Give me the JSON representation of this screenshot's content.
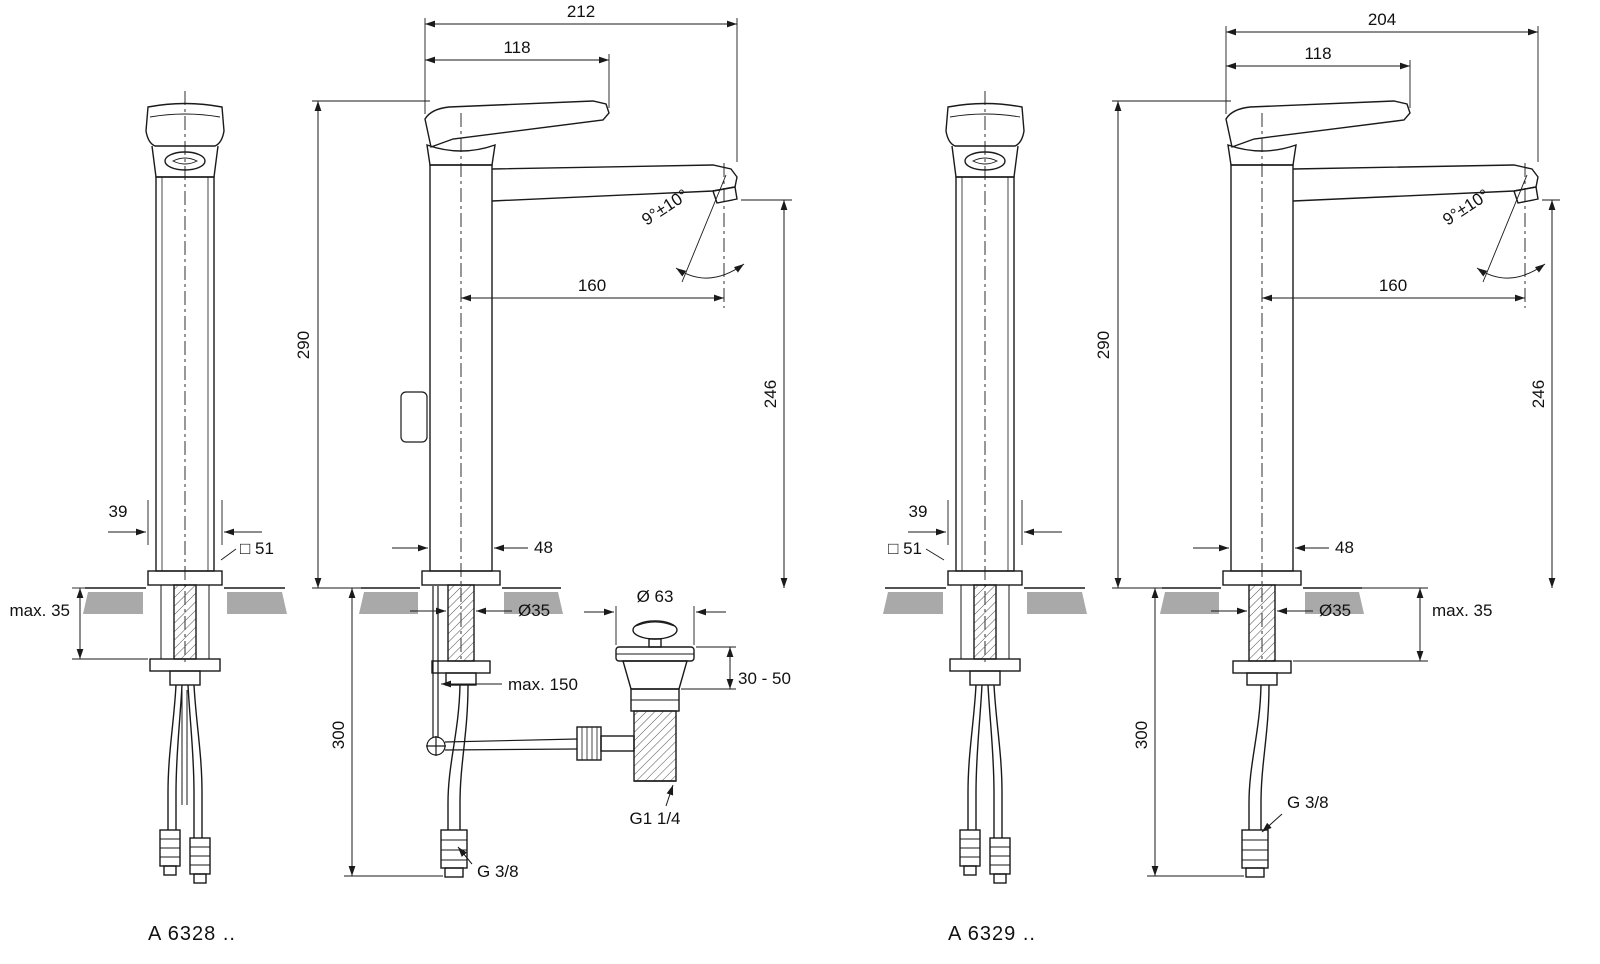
{
  "colors": {
    "line": "#1a1a1a",
    "counter_shade": "#a9a9a9",
    "background": "#ffffff"
  },
  "models": [
    {
      "label": "A 6328 ..",
      "dims": {
        "overall_width": "212",
        "handle_length": "118",
        "height": "290",
        "spout_reach": "160",
        "spout_height": "246",
        "angle": "9°±10°",
        "handle_width": "39",
        "body_square": "□ 51",
        "base_width": "48",
        "hole_diameter": "Ø35",
        "counter_max": "max. 35",
        "hose_length": "300",
        "rod_max": "max. 150",
        "waste_flange": "Ø 63",
        "waste_range": "30 - 50",
        "waste_thread": "G1 1/4",
        "hose_thread": "G 3/8"
      }
    },
    {
      "label": "A 6329 ..",
      "dims": {
        "overall_width": "204",
        "handle_length": "118",
        "height": "290",
        "spout_reach": "160",
        "spout_height": "246",
        "angle": "9°±10°",
        "handle_width": "39",
        "body_square": "□ 51",
        "base_width": "48",
        "hole_diameter": "Ø35",
        "counter_max": "max. 35",
        "hose_length": "300",
        "hose_thread": "G 3/8"
      }
    }
  ]
}
